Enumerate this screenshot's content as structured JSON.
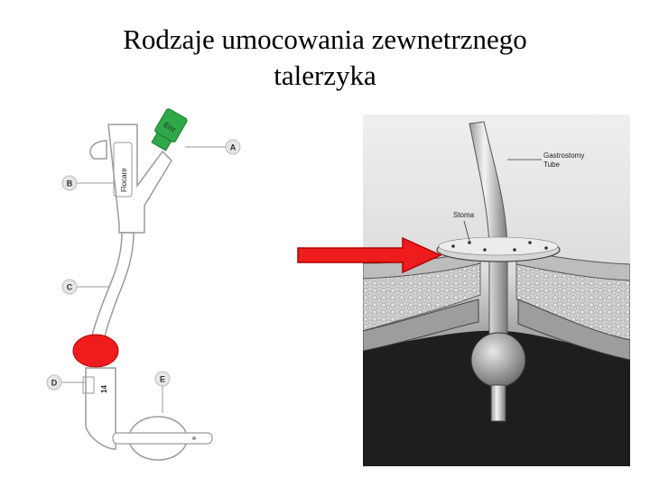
{
  "slide": {
    "title_line1": "Rodzaje umocowania zewnetrznego",
    "title_line2": "talerzyka"
  },
  "left_figure": {
    "labels": {
      "a": "A",
      "b": "B",
      "c": "C",
      "d": "D",
      "e": "E"
    },
    "brand_text": "Flocare",
    "size_text": "14",
    "connector_text": "Enz",
    "colors": {
      "connector": "#2fa84a",
      "highlight": "#ee1c1c",
      "line": "#9a9a9a"
    }
  },
  "right_figure": {
    "label_tube_line1": "Gastrostomy",
    "label_tube_line2": "Tube",
    "label_stoma": "Stoma"
  },
  "arrow": {
    "color": "#ee1c1c"
  }
}
